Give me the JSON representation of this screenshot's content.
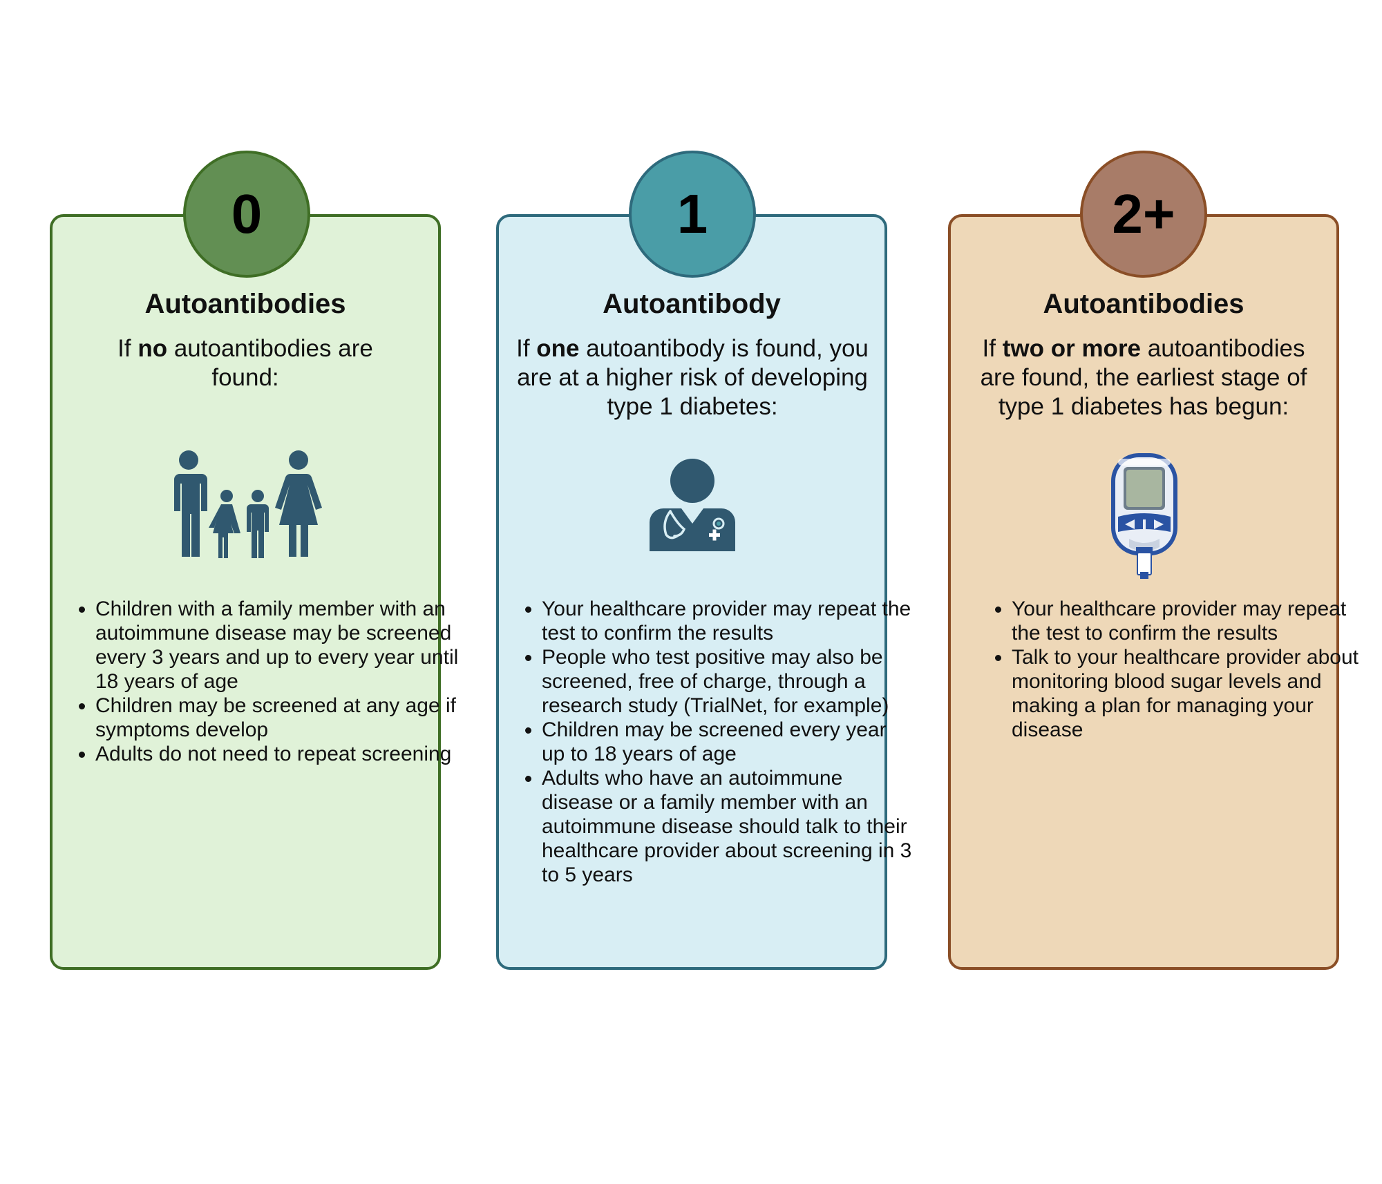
{
  "colors": {
    "green_card_bg": "#e0f2d8",
    "green_border": "#3f6e25",
    "green_badge": "#628f53",
    "blue_card_bg": "#d8eef4",
    "blue_border": "#2e6a7c",
    "blue_badge": "#4a9da7",
    "tan_card_bg": "#eed8b8",
    "tan_border": "#8a4e26",
    "tan_badge": "#a87c68",
    "icon_navy": "#30586f"
  },
  "cards": [
    {
      "badge": "0",
      "title": "Autoantibodies",
      "intro": {
        "before": "If ",
        "bold": "no",
        "after": " autoantibodies are found:"
      },
      "icon": "family-icon",
      "bullets": [
        "Children with a family member with an autoimmune disease may be screened every 3 years and up to every year until 18 years of age",
        "Children may be screened at any age if symptoms develop",
        "Adults do not need to repeat screening"
      ]
    },
    {
      "badge": "1",
      "title": "Autoantibody",
      "intro": {
        "before": "If ",
        "bold": "one",
        "after": " autoantibody is found, you are at a higher risk of developing type 1 diabetes:"
      },
      "icon": "doctor-icon",
      "bullets": [
        "Your healthcare provider may repeat the test to confirm the results",
        "People who test positive may also be screened, free of charge, through a research study (TrialNet, for example)",
        "Children may be screened every year up to 18 years of age",
        "Adults who have an autoimmune disease or a family member with an autoimmune disease should talk to their healthcare provider about screening in 3 to 5 years"
      ]
    },
    {
      "badge": "2+",
      "title": "Autoantibodies",
      "intro": {
        "before": "If ",
        "bold": "two or more",
        "after": " autoantibodies are found, the earliest stage of type 1 diabetes has begun:"
      },
      "icon": "glucose-meter-icon",
      "bullets": [
        "Your healthcare provider may repeat the test to confirm the results",
        "Talk to your healthcare provider about monitoring blood sugar levels and making a plan for managing your disease"
      ]
    }
  ]
}
